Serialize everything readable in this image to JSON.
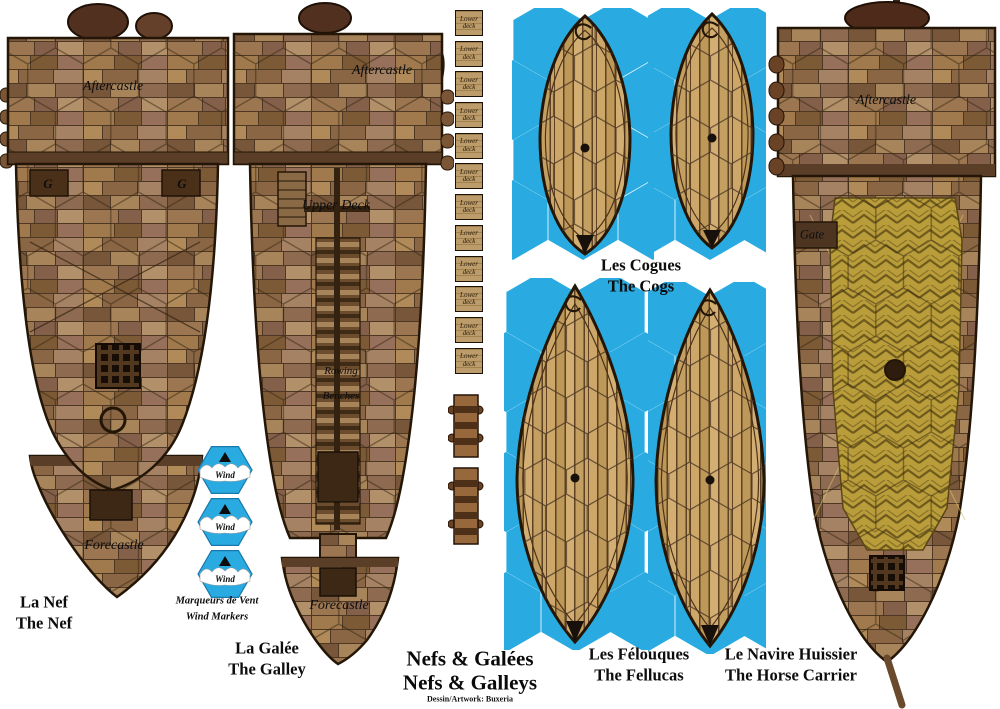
{
  "sheet": {
    "title_fr": "Nefs & Galées",
    "title_en": "Nefs & Galleys",
    "credit": "Dessin/Artwork: Buxeria"
  },
  "colors": {
    "sea_blue": "#29abe2",
    "wood_brown": "#8d6a42",
    "deck_tan": "#cda76a",
    "stall_yellow": "#b99d3a"
  },
  "nef": {
    "name_fr": "La Nef",
    "name_en": "The Nef",
    "aftercastle_label": "Aftercastle",
    "forecastle_label": "Forecastle",
    "g_left": "G",
    "g_right": "G"
  },
  "galley": {
    "name_fr": "La Galée",
    "name_en": "The Galley",
    "aftercastle_label": "Aftercastle",
    "upper_deck_label": "Upper Deck",
    "rowing_label": "Rowing",
    "benches_label": "Benches",
    "forecastle_label": "Forecastle"
  },
  "lower_deck": {
    "label": "Lower deck",
    "count": 12
  },
  "gangplanks": {
    "count": 2
  },
  "wind_markers": {
    "label": "Wind",
    "caption_fr": "Marqueurs de Vent",
    "caption_en": "Wind Markers",
    "count": 3
  },
  "cogs": {
    "name_fr": "Les Cogues",
    "name_en": "The Cogs",
    "count": 2
  },
  "fellucas": {
    "name_fr": "Les Félouques",
    "name_en": "The Fellucas",
    "count": 2
  },
  "horse_carrier": {
    "name_fr": "Le Navire Huissier",
    "name_en": "The Horse Carrier",
    "aftercastle_label": "Aftercastle",
    "gate_label": "Gate"
  }
}
